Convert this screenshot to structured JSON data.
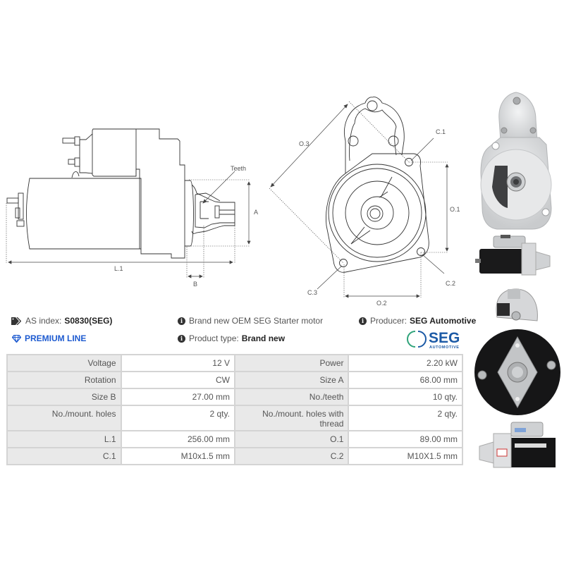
{
  "product": {
    "as_index_label": "AS index:",
    "as_index_value": "S0830(SEG)",
    "premium_line": "PREMIUM LINE",
    "description": "Brand new OEM SEG Starter motor",
    "product_type_label": "Product type:",
    "product_type_value": "Brand new",
    "producer_label": "Producer:",
    "producer_value": "SEG Automotive",
    "logo_text": "SEG",
    "logo_subtext": "AUTOMOTIVE"
  },
  "colors": {
    "premium_blue": "#1e5bd0",
    "seg_blue": "#1c5aa6",
    "seg_green": "#2fa37a",
    "label_bg": "#e9e9e9",
    "border": "#d4d4d4"
  },
  "diagram_labels": {
    "teeth": "Teeth",
    "a": "A",
    "b": "B",
    "l1": "L.1",
    "o1": "O.1",
    "o2": "O.2",
    "o3": "O.3",
    "c1": "C.1",
    "c2": "C.2",
    "c3": "C.3"
  },
  "specs": [
    {
      "label1": "Voltage",
      "value1": "12 V",
      "label2": "Power",
      "value2": "2.20 kW"
    },
    {
      "label1": "Rotation",
      "value1": "CW",
      "label2": "Size A",
      "value2": "68.00 mm"
    },
    {
      "label1": "Size B",
      "value1": "27.00 mm",
      "label2": "No./teeth",
      "value2": "10 qty."
    },
    {
      "label1": "No./mount. holes",
      "value1": "2 qty.",
      "label2": "No./mount. holes with thread",
      "value2": "2 qty."
    },
    {
      "label1": "L.1",
      "value1": "256.00 mm",
      "label2": "O.1",
      "value2": "89.00 mm"
    },
    {
      "label1": "C.1",
      "value1": "M10x1.5 mm",
      "label2": "C.2",
      "value2": "M10X1.5 mm"
    }
  ],
  "photos": [
    {
      "name": "front-flange-view"
    },
    {
      "name": "side-view-black"
    },
    {
      "name": "rear-view-black"
    },
    {
      "name": "side-view-labeled"
    }
  ]
}
